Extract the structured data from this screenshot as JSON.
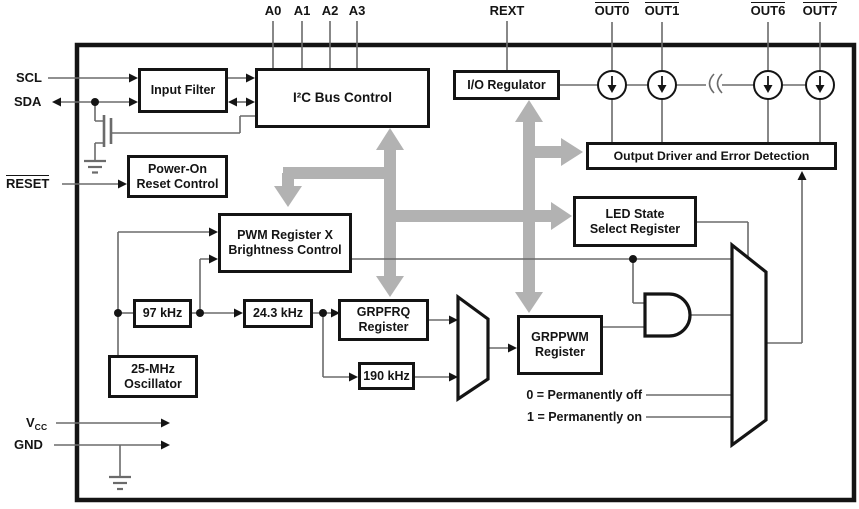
{
  "pins": {
    "address": [
      "A0",
      "A1",
      "A2",
      "A3"
    ],
    "rext": "REXT",
    "outputs": [
      "OUT0",
      "OUT1",
      "OUT6",
      "OUT7"
    ],
    "scl": "SCL",
    "sda": "SDA",
    "reset": "RESET",
    "vcc_main": "V",
    "vcc_sub": "CC",
    "gnd": "GND"
  },
  "blocks": {
    "input_filter": "Input Filter",
    "i2c_bus_control": "I²C Bus Control",
    "power_on_reset": "Power-On\nReset Control",
    "pwm_register": "PWM Register X\nBrightness Control",
    "io_regulator": "I/O Regulator",
    "output_driver": "Output Driver and Error Detection",
    "led_state_select": "LED State\nSelect Register",
    "clk_97": "97 kHz",
    "clk_24_3": "24.3 kHz",
    "clk_190": "190 kHz",
    "oscillator": "25-MHz\nOscillator",
    "grpfrq_register": "GRPFRQ\nRegister",
    "grppwm_register": "GRPPWM\nRegister"
  },
  "annotations": {
    "mux_zero": "0 = Permanently off",
    "mux_one": "1 = Permanently on"
  },
  "colors": {
    "bus_gray": "#b2b2b2",
    "wire_gray": "#6b6b6b",
    "line_black": "#141414",
    "background": "#ffffff"
  }
}
